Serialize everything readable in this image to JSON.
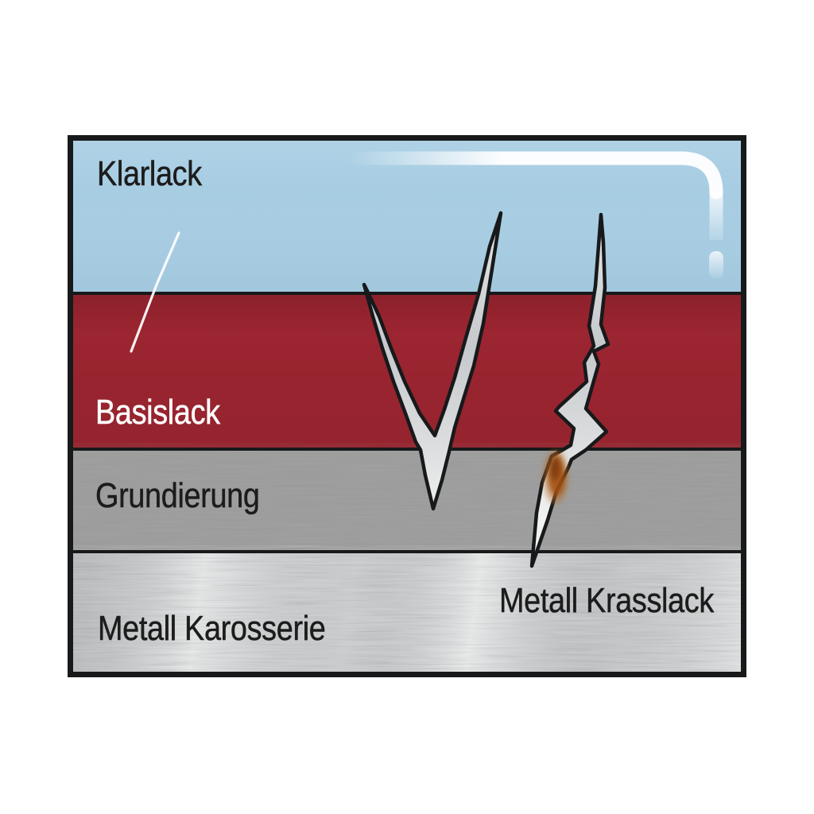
{
  "diagram": {
    "layers": [
      {
        "label": "Klarlack",
        "color": "#a7cde3",
        "text_color": "#1c1c1c"
      },
      {
        "label": "Basislack",
        "color": "#9b2530",
        "text_color": "#ffffff"
      },
      {
        "label": "Grundierung",
        "color": "#9c9c9c",
        "text_color": "#1c1c1c"
      },
      {
        "label": "Metall Karosserie",
        "color": "#dadcdd",
        "text_color": "#1c1c1c"
      }
    ],
    "floating_label": {
      "text": "Metall Krasslack",
      "text_color": "#1c1c1c"
    },
    "outline_color": "#17191b",
    "defect_colors": {
      "crack_fill": "#c6c9cc",
      "rust": "#a04c12",
      "rust_core": "#7d3a08",
      "scratch": "#ffffff",
      "gloss_highlight": "#ffffff"
    }
  }
}
